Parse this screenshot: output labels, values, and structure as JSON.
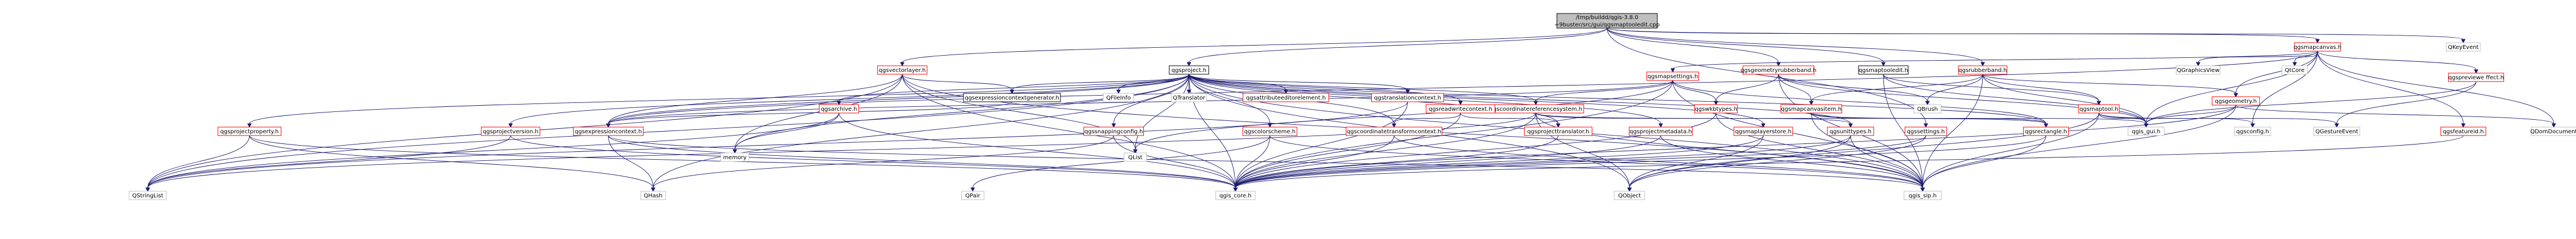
{
  "graph": {
    "colors": {
      "root_fill": "#bfbfbf",
      "node_fill": "#ffffff",
      "border_red": "#ff0000",
      "border_gray": "#bfbfbf",
      "border_black": "#000000",
      "edge": "#191970",
      "text": "#000000"
    },
    "nodes": [
      {
        "id": "root",
        "label": [
          "/tmp/buildd/qgis-3.8.0",
          "+9buster/src/gui/qgsmaptooledit.cpp"
        ],
        "style": "root"
      },
      {
        "id": "qgsmapcanvas_h",
        "label": [
          "qgsmapcanvas.h"
        ],
        "style": "red"
      },
      {
        "id": "qgskeyevent",
        "label": [
          "QKeyEvent"
        ],
        "style": "gray"
      },
      {
        "id": "qgsvectorlayer_h",
        "label": [
          "qgsvectorlayer.h"
        ],
        "style": "red"
      },
      {
        "id": "qgsproject_h",
        "label": [
          "qgsproject.h"
        ],
        "style": "black"
      },
      {
        "id": "qgsgeometryrubberband_h",
        "label": [
          "qgsgeometryrubberband.h"
        ],
        "style": "red"
      },
      {
        "id": "qgsmaptooledit_h",
        "label": [
          "qgsmaptooledit.h"
        ],
        "style": "black"
      },
      {
        "id": "qgsrubberband_h",
        "label": [
          "qgsrubberband.h"
        ],
        "style": "red"
      },
      {
        "id": "qgsmapsettings_h",
        "label": [
          "qgsmapsettings.h"
        ],
        "style": "red"
      },
      {
        "id": "qgraphicsview",
        "label": [
          "QGraphicsView"
        ],
        "style": "gray"
      },
      {
        "id": "qtcore",
        "label": [
          "QtCore"
        ],
        "style": "gray"
      },
      {
        "id": "qgspreviewe_h",
        "label": [
          "qgspreviewe ffect.h"
        ],
        "style": "red"
      },
      {
        "id": "qgsgeometry_h",
        "label": [
          "qgsgeometry.h"
        ],
        "style": "red"
      },
      {
        "id": "qgsmaptool_h",
        "label": [
          "qgsmaptool.h"
        ],
        "style": "red"
      },
      {
        "id": "qbrush",
        "label": [
          "QBrush"
        ],
        "style": "gray"
      },
      {
        "id": "qgswkbtypes_h",
        "label": [
          "qgswkbtypes.h"
        ],
        "style": "red"
      },
      {
        "id": "qgsmapcanvasitem_h",
        "label": [
          "qgsmapcanvasitem.h"
        ],
        "style": "red"
      },
      {
        "id": "qgscoordinatereferencesystem_h",
        "label": [
          "qgscoordinatereferencesystem.h"
        ],
        "style": "red"
      },
      {
        "id": "qgsexpressioncontextgenerator_h",
        "label": [
          "qgsexpressioncontextgenerator.h"
        ],
        "style": "black"
      },
      {
        "id": "qfileinfo",
        "label": [
          "QFileInfo"
        ],
        "style": "gray"
      },
      {
        "id": "qtranslator",
        "label": [
          "QTranslator"
        ],
        "style": "gray"
      },
      {
        "id": "qgsattributeeditorelement_h",
        "label": [
          "qgsattributeeditorelement.h"
        ],
        "style": "red"
      },
      {
        "id": "qgstranslationcontext_h",
        "label": [
          "qgstranslationcontext.h"
        ],
        "style": "red"
      },
      {
        "id": "qgsreadwritecontext_h",
        "label": [
          "qgsreadwritecontext.h"
        ],
        "style": "red"
      },
      {
        "id": "qgsarchive_h",
        "label": [
          "qgsarchive.h"
        ],
        "style": "red"
      },
      {
        "id": "qgsprojectproperty_h",
        "label": [
          "qgsprojectproperty.h"
        ],
        "style": "red"
      },
      {
        "id": "qgsprojectversion_h",
        "label": [
          "qgsprojectversion.h"
        ],
        "style": "red"
      },
      {
        "id": "qgsexpressioncontext_h",
        "label": [
          "qgsexpressioncontext.h"
        ],
        "style": "red"
      },
      {
        "id": "qgssnappingconfig_h",
        "label": [
          "qgssnappingconfig.h"
        ],
        "style": "red"
      },
      {
        "id": "qgscolorscheme_h",
        "label": [
          "qgscolorscheme.h"
        ],
        "style": "red"
      },
      {
        "id": "qgscoordinatetransformcontext_h",
        "label": [
          "qgscoordinatetransformcontext.h"
        ],
        "style": "red"
      },
      {
        "id": "qgsprojecttranslator_h",
        "label": [
          "qgsprojecttranslator.h"
        ],
        "style": "red"
      },
      {
        "id": "qgsprojectmetadata_h",
        "label": [
          "qgsprojectmetadata.h"
        ],
        "style": "red"
      },
      {
        "id": "qgsmaplayerstore_h",
        "label": [
          "qgsmaplayerstore.h"
        ],
        "style": "red"
      },
      {
        "id": "qgsunittypes_h",
        "label": [
          "qgsunittypes.h"
        ],
        "style": "red"
      },
      {
        "id": "qgssettings_h",
        "label": [
          "qgssettings.h"
        ],
        "style": "red"
      },
      {
        "id": "qgsrectangle_h",
        "label": [
          "qgsrectangle.h"
        ],
        "style": "red"
      },
      {
        "id": "qgis_gui_h",
        "label": [
          "qgis_gui.h"
        ],
        "style": "gray"
      },
      {
        "id": "qgsconfig_h",
        "label": [
          "qgsconfig.h"
        ],
        "style": "gray"
      },
      {
        "id": "qgesturevent",
        "label": [
          "QGestureEvent"
        ],
        "style": "gray"
      },
      {
        "id": "qgsfeatureid_h",
        "label": [
          "qgsfeatureid.h"
        ],
        "style": "red"
      },
      {
        "id": "qdomdocument",
        "label": [
          "QDomDocument"
        ],
        "style": "gray"
      },
      {
        "id": "memory",
        "label": [
          "memory"
        ],
        "style": "gray"
      },
      {
        "id": "qlist",
        "label": [
          "QList"
        ],
        "style": "gray"
      },
      {
        "id": "qstringlist",
        "label": [
          "QStringList"
        ],
        "style": "gray"
      },
      {
        "id": "qhash",
        "label": [
          "QHash"
        ],
        "style": "gray"
      },
      {
        "id": "qpair",
        "label": [
          "QPair"
        ],
        "style": "gray"
      },
      {
        "id": "qgis_core_h",
        "label": [
          "qgis_core.h"
        ],
        "style": "gray"
      },
      {
        "id": "qobject",
        "label": [
          "QObject"
        ],
        "style": "gray"
      },
      {
        "id": "qgis_sip_h",
        "label": [
          "qgis_sip.h"
        ],
        "style": "gray"
      }
    ],
    "edges": [
      [
        "root",
        "qgsmapcanvas_h"
      ],
      [
        "root",
        "qgskeyevent"
      ],
      [
        "root",
        "qgsvectorlayer_h"
      ],
      [
        "root",
        "qgsproject_h"
      ],
      [
        "root",
        "qgsgeometryrubberband_h"
      ],
      [
        "root",
        "qgsmaptooledit_h"
      ],
      [
        "root",
        "qgsrubberband_h"
      ],
      [
        "root",
        "qgssettings_h"
      ],
      [
        "qgsmapcanvas_h",
        "qgsmapsettings_h"
      ],
      [
        "qgsmapcanvas_h",
        "qgraphicsview"
      ],
      [
        "qgsmapcanvas_h",
        "qtcore"
      ],
      [
        "qgsmapcanvas_h",
        "qgspreviewe_h"
      ],
      [
        "qgsmapcanvas_h",
        "qgsgeometry_h"
      ],
      [
        "qgsmapcanvas_h",
        "qgsfeatureid_h"
      ],
      [
        "qgsmapcanvas_h",
        "qdomdocument"
      ],
      [
        "qgsmapcanvas_h",
        "qgsconfig_h"
      ],
      [
        "qgsmapcanvas_h",
        "qgis_gui_h"
      ],
      [
        "qgsmapcanvas_h",
        "qgsexpressioncontext_h"
      ],
      [
        "qgsvectorlayer_h",
        "qgsexpressioncontextgenerator_h"
      ],
      [
        "qgsvectorlayer_h",
        "qlist"
      ],
      [
        "qgsvectorlayer_h",
        "qgis_core_h"
      ],
      [
        "qgsvectorlayer_h",
        "qgis_sip_h"
      ],
      [
        "qgsvectorlayer_h",
        "qstringlist"
      ],
      [
        "qgsvectorlayer_h",
        "memory"
      ],
      [
        "qgsvectorlayer_h",
        "qgsexpressioncontext_h"
      ],
      [
        "qgsproject_h",
        "qgsexpressioncontextgenerator_h"
      ],
      [
        "qgsproject_h",
        "qfileinfo"
      ],
      [
        "qgsproject_h",
        "qtranslator"
      ],
      [
        "qgsproject_h",
        "qgsattributeeditorelement_h"
      ],
      [
        "qgsproject_h",
        "qgstranslationcontext_h"
      ],
      [
        "qgsproject_h",
        "qgsreadwritecontext_h"
      ],
      [
        "qgsproject_h",
        "qgsarchive_h"
      ],
      [
        "qgsproject_h",
        "qgsprojectproperty_h"
      ],
      [
        "qgsproject_h",
        "qgsprojectversion_h"
      ],
      [
        "qgsproject_h",
        "qgsexpressioncontext_h"
      ],
      [
        "qgsproject_h",
        "qgssnappingconfig_h"
      ],
      [
        "qgsproject_h",
        "qgscolorscheme_h"
      ],
      [
        "qgsproject_h",
        "qgscoordinatetransformcontext_h"
      ],
      [
        "qgsproject_h",
        "qgsprojecttranslator_h"
      ],
      [
        "qgsproject_h",
        "qgsprojectmetadata_h"
      ],
      [
        "qgsproject_h",
        "qgsmaplayerstore_h"
      ],
      [
        "qgsproject_h",
        "qgsunittypes_h"
      ],
      [
        "qgsproject_h",
        "qgscoordinatereferencesystem_h"
      ],
      [
        "qgsproject_h",
        "qlist"
      ],
      [
        "qgsproject_h",
        "memory"
      ],
      [
        "qgsproject_h",
        "qhash"
      ],
      [
        "qgsproject_h",
        "qgis_core_h"
      ],
      [
        "qgsproject_h",
        "qgis_sip_h"
      ],
      [
        "qgsproject_h",
        "qstringlist"
      ],
      [
        "qgsproject_h",
        "qobject"
      ],
      [
        "qgsproject_h",
        "qgsrectangle_h"
      ],
      [
        "qgsgeometryrubberband_h",
        "qgsmapcanvasitem_h"
      ],
      [
        "qgsgeometryrubberband_h",
        "qgswkbtypes_h"
      ],
      [
        "qgsgeometryrubberband_h",
        "qbrush"
      ],
      [
        "qgsgeometryrubberband_h",
        "qgis_gui_h"
      ],
      [
        "qgsgeometryrubberband_h",
        "qgis_sip_h"
      ],
      [
        "qgsmaptooledit_h",
        "qgsmaptool_h"
      ],
      [
        "qgsmaptooledit_h",
        "qgis_gui_h"
      ],
      [
        "qgsmaptooledit_h",
        "qgis_sip_h"
      ],
      [
        "qgsrubberband_h",
        "qgsmapcanvasitem_h"
      ],
      [
        "qgsrubberband_h",
        "qgsgeometry_h"
      ],
      [
        "qgsrubberband_h",
        "qbrush"
      ],
      [
        "qgsrubberband_h",
        "qgis_gui_h"
      ],
      [
        "qgsrubberband_h",
        "qgis_sip_h"
      ],
      [
        "qgsrubberband_h",
        "qgsmaptool_h"
      ],
      [
        "qgsmapsettings_h",
        "qgscoordinatereferencesystem_h"
      ],
      [
        "qgsmapsettings_h",
        "qgsrectangle_h"
      ],
      [
        "qgsmapsettings_h",
        "qgsexpressioncontext_h"
      ],
      [
        "qgsmapsettings_h",
        "qgis_core_h"
      ],
      [
        "qgsmapsettings_h",
        "qgis_sip_h"
      ],
      [
        "qgsmapsettings_h",
        "qgswkbtypes_h"
      ],
      [
        "qgsmapsettings_h",
        "qlist"
      ],
      [
        "qgspreviewe_h",
        "qgis_gui_h"
      ],
      [
        "qgspreviewe_h",
        "qgesturevent"
      ],
      [
        "qgsgeometry_h",
        "qgis_core_h"
      ],
      [
        "qgsgeometry_h",
        "qgis_sip_h"
      ],
      [
        "qgsgeometry_h",
        "qdomdocument"
      ],
      [
        "qgsgeometry_h",
        "qgis_gui_h"
      ],
      [
        "qgsmaptool_h",
        "qgis_gui_h"
      ],
      [
        "qgsmaptool_h",
        "qgsconfig_h"
      ],
      [
        "qgsmaptool_h",
        "qgesturevent"
      ],
      [
        "qgsmaptool_h",
        "qobject"
      ],
      [
        "qgsmaptool_h",
        "qgis_sip_h"
      ],
      [
        "qgsmapcanvasitem_h",
        "qgsrectangle_h"
      ],
      [
        "qgsmapcanvasitem_h",
        "qgis_gui_h"
      ],
      [
        "qgsmapcanvasitem_h",
        "qgis_sip_h"
      ],
      [
        "qgscoordinatereferencesystem_h",
        "qgsunittypes_h"
      ],
      [
        "qgscoordinatereferencesystem_h",
        "qgsrectangle_h"
      ],
      [
        "qgscoordinatereferencesystem_h",
        "qgis_core_h"
      ],
      [
        "qgscoordinatereferencesystem_h",
        "qgis_sip_h"
      ],
      [
        "qgscoordinatereferencesystem_h",
        "qobject"
      ],
      [
        "qgscoordinatereferencesystem_h",
        "qstringlist"
      ],
      [
        "qgsexpressioncontextgenerator_h",
        "qgsexpressioncontext_h"
      ],
      [
        "qgstranslationcontext_h",
        "qgis_core_h"
      ],
      [
        "qgstranslationcontext_h",
        "qstringlist"
      ],
      [
        "qgsreadwritecontext_h",
        "qgsprojecttranslator_h"
      ],
      [
        "qgsreadwritecontext_h",
        "qgis_core_h"
      ],
      [
        "qgsreadwritecontext_h",
        "qgscoordinatetransformcontext_h"
      ],
      [
        "qgsarchive_h",
        "qgis_core_h"
      ],
      [
        "qgsarchive_h",
        "memory"
      ],
      [
        "qgsarchive_h",
        "qstringlist"
      ],
      [
        "qgsprojectproperty_h",
        "qgis_core_h"
      ],
      [
        "qgsprojectproperty_h",
        "qhash"
      ],
      [
        "qgsprojectproperty_h",
        "qstringlist"
      ],
      [
        "qgsprojectversion_h",
        "qgis_core_h"
      ],
      [
        "qgsprojectversion_h",
        "qstringlist"
      ],
      [
        "qgsexpressioncontext_h",
        "qgis_core_h"
      ],
      [
        "qgsexpressioncontext_h",
        "qhash"
      ],
      [
        "qgsexpressioncontext_h",
        "qgis_sip_h"
      ],
      [
        "qgssnappingconfig_h",
        "qgis_core_h"
      ],
      [
        "qgssnappingconfig_h",
        "qhash"
      ],
      [
        "qgscolorscheme_h",
        "qgis_core_h"
      ],
      [
        "qgscolorscheme_h",
        "qpair"
      ],
      [
        "qgscolorscheme_h",
        "qgis_sip_h"
      ],
      [
        "qgscoordinatetransformcontext_h",
        "qgis_core_h"
      ],
      [
        "qgscoordinatetransformcontext_h",
        "qgis_sip_h"
      ],
      [
        "qgsprojecttranslator_h",
        "qgis_core_h"
      ],
      [
        "qgsprojectmetadata_h",
        "qgis_core_h"
      ],
      [
        "qgsprojectmetadata_h",
        "qgis_sip_h"
      ],
      [
        "qgsmaplayerstore_h",
        "qgis_core_h"
      ],
      [
        "qgsmaplayerstore_h",
        "qobject"
      ],
      [
        "qgsunittypes_h",
        "qgis_core_h"
      ],
      [
        "qgsunittypes_h",
        "qgis_sip_h"
      ],
      [
        "qgsunittypes_h",
        "qobject"
      ],
      [
        "qgssettings_h",
        "qgis_core_h"
      ],
      [
        "qgssettings_h",
        "qobject"
      ],
      [
        "qgsrectangle_h",
        "qgis_core_h"
      ],
      [
        "qgsrectangle_h",
        "qgis_sip_h"
      ],
      [
        "qgsfeatureid_h",
        "qgis_core_h"
      ],
      [
        "qgswkbtypes_h",
        "qgis_core_h"
      ],
      [
        "qgswkbtypes_h",
        "qgis_sip_h"
      ]
    ]
  }
}
